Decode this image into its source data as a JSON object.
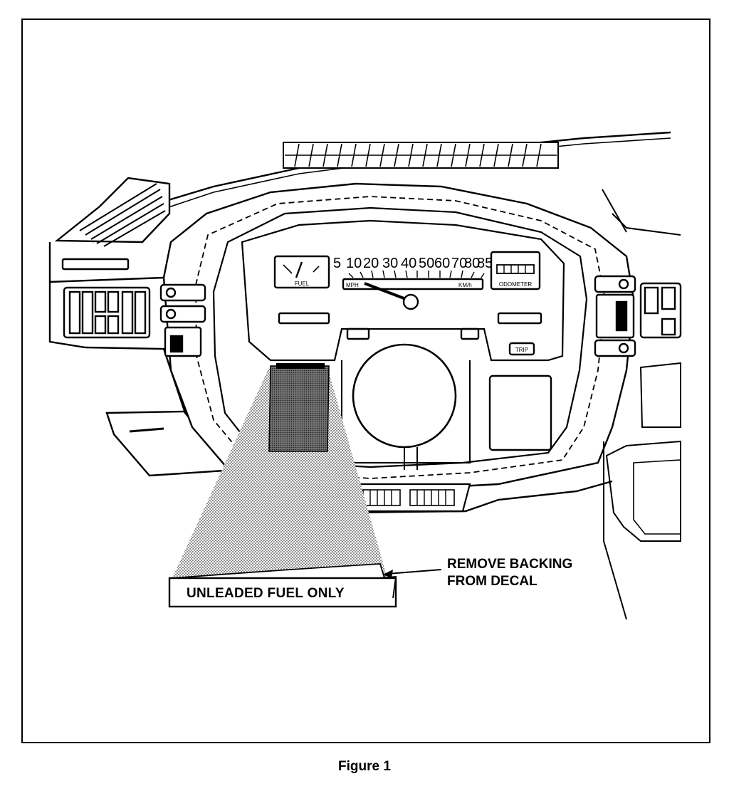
{
  "decal": {
    "label": "UNLEADED FUEL ONLY"
  },
  "callout": {
    "line1": "REMOVE BACKING",
    "line2": "FROM DECAL"
  },
  "gauges": {
    "speed_marks": [
      "5",
      "10",
      "20",
      "30",
      "40",
      "50",
      "60",
      "70",
      "80",
      "85"
    ],
    "speed_unit": "MPH",
    "metric_unit": "KM/h",
    "fuel": "FUEL",
    "odometer": "ODOMETER",
    "trip": "TRIP"
  },
  "caption": "Figure 1"
}
